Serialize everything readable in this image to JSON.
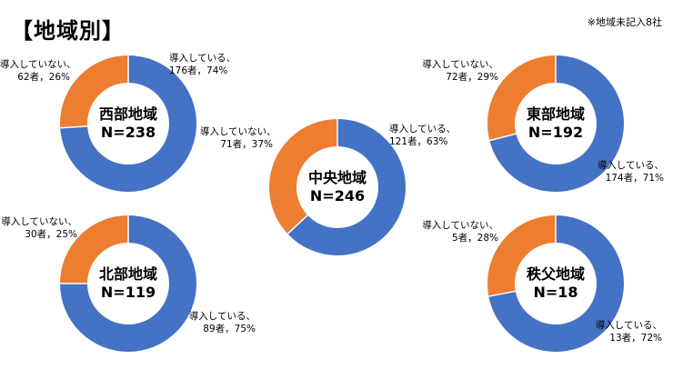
{
  "title": "【地域別】",
  "note": "※地域未記入8社",
  "colors": {
    "introduced": "#4472C4",
    "not_introduced": "#ED7D31"
  },
  "chart_data": [
    {
      "type": "pie",
      "region": "西部地域",
      "n_label": "N=238",
      "slices": [
        {
          "label": "導入している、",
          "detail": "176者，74%",
          "count": 176,
          "percent": 74
        },
        {
          "label": "導入していない、",
          "detail": "62者，26%",
          "count": 62,
          "percent": 26
        }
      ]
    },
    {
      "type": "pie",
      "region": "中央地域",
      "n_label": "N=246",
      "slices": [
        {
          "label": "導入している、",
          "detail": "121者，63%",
          "count": 121,
          "percent": 63
        },
        {
          "label": "導入していない、",
          "detail": "71者，37%",
          "count": 71,
          "percent": 37
        }
      ]
    },
    {
      "type": "pie",
      "region": "東部地域",
      "n_label": "N=192",
      "slices": [
        {
          "label": "導入している、",
          "detail": "174者，71%",
          "count": 174,
          "percent": 71
        },
        {
          "label": "導入していない、",
          "detail": "72者，29%",
          "count": 72,
          "percent": 29
        }
      ]
    },
    {
      "type": "pie",
      "region": "北部地域",
      "n_label": "N=119",
      "slices": [
        {
          "label": "導入している、",
          "detail": "89者，75%",
          "count": 89,
          "percent": 75
        },
        {
          "label": "導入していない、",
          "detail": "30者，25%",
          "count": 30,
          "percent": 25
        }
      ]
    },
    {
      "type": "pie",
      "region": "秩父地域",
      "n_label": "N=18",
      "slices": [
        {
          "label": "導入している、",
          "detail": "13者，72%",
          "count": 13,
          "percent": 72
        },
        {
          "label": "導入していない、",
          "detail": "5者，28%",
          "count": 5,
          "percent": 28
        }
      ]
    }
  ]
}
